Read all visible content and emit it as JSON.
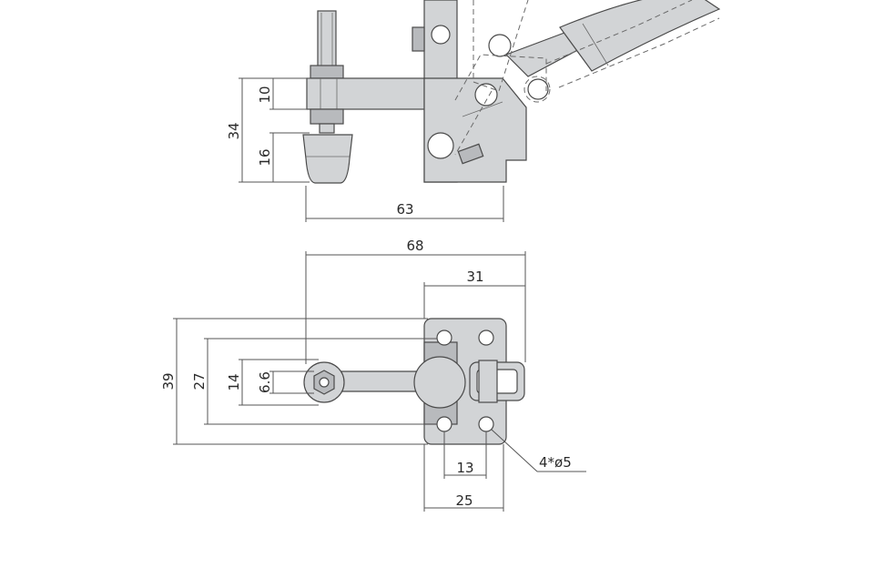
{
  "dimensions": {
    "side_height_total": "34",
    "side_upper": "10",
    "side_lower": "16",
    "side_width": "63",
    "top_overall_width": "68",
    "top_base_width": "31",
    "top_height_outer": "39",
    "top_height_27": "27",
    "top_height_14": "14",
    "top_height_6_6": "6.6",
    "hole_spacing": "13",
    "base_width": "25",
    "hole_callout": "4*ø5"
  }
}
